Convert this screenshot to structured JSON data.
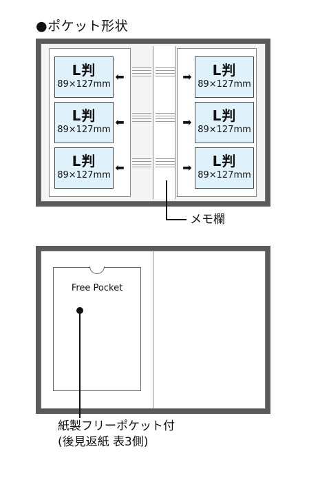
{
  "heading": "●ポケット形状",
  "photo_pocket": {
    "title": "L判",
    "size": "89×127mm"
  },
  "arrows": {
    "left": "⬅",
    "right": "➡"
  },
  "memo_label": "メモ欄",
  "free_pocket_label": "Free Pocket",
  "caption": {
    "line1": "紙製フリーポケット付",
    "line2": "(後見返紙 表3側)"
  }
}
